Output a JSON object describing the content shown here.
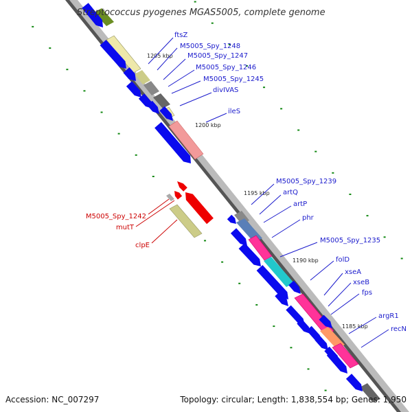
{
  "title": "Streptococcus pyogenes MGAS5005, complete genome",
  "footer": {
    "accession": "Accession: NC_007297",
    "topology": "Topology: circular; Length: 1,838,554 bp; Genes: 1,950"
  },
  "colors": {
    "forward_label": "#1a1acc",
    "reverse_label": "#cc0000",
    "backbone_dark": "#555555",
    "backbone_light": "#bbbbbb",
    "blue_arrow": "#0a0aee",
    "tick_green": "#118811"
  },
  "kbp_labels": [
    "1205 kbp",
    "1200 kbp",
    "1195 kbp",
    "1190 kbp",
    "1185 kbp"
  ],
  "forward_genes": [
    "ftsZ",
    "M5005_Spy_1248",
    "M5005_Spy_1247",
    "M5005_Spy_1246",
    "M5005_Spy_1245",
    "divIVAS",
    "ileS",
    "M5005_Spy_1239",
    "artQ",
    "artP",
    "phr",
    "M5005_Spy_1235",
    "folD",
    "xseA",
    "xseB",
    "fps",
    "argR1",
    "recN"
  ],
  "reverse_genes": [
    "M5005_Spy_1242",
    "mutT",
    "clpE"
  ]
}
